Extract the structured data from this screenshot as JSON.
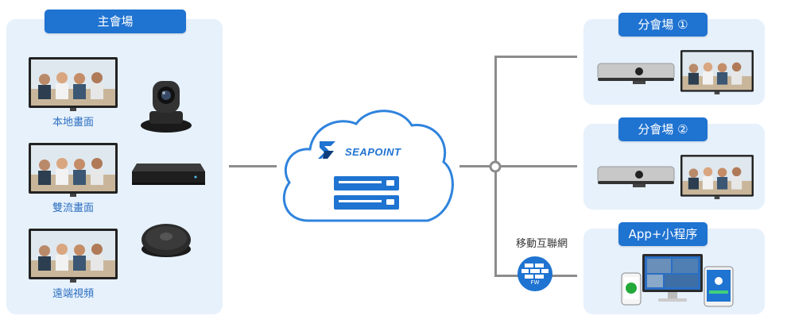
{
  "main_venue": {
    "title": "主會場",
    "items": [
      {
        "label": "本地畫面"
      },
      {
        "label": "雙流畫面"
      },
      {
        "label": "遠端視頻"
      }
    ]
  },
  "cloud": {
    "brand": "SEAPOINT"
  },
  "branches": [
    {
      "title": "分會場 ①"
    },
    {
      "title": "分會場 ②"
    },
    {
      "title": "App+小程序"
    }
  ],
  "mobile_internet_label": "移動互聯網",
  "firewall_label": "FW",
  "colors": {
    "accent": "#1f73d1",
    "panel": "#e6f1fc",
    "line": "#8c8c8c"
  }
}
